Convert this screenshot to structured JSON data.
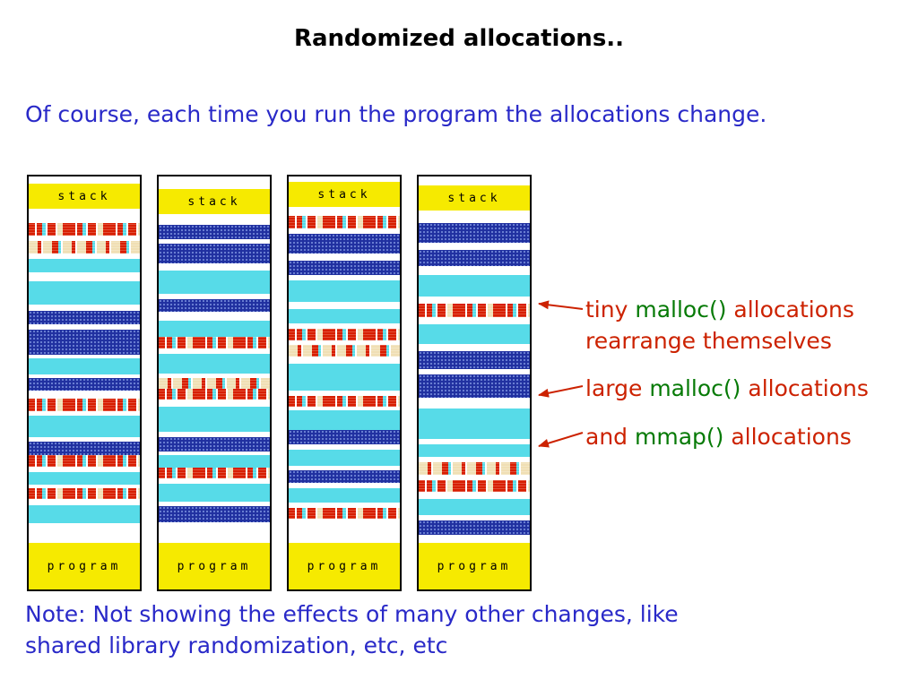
{
  "slide": {
    "title": "Randomized allocations..",
    "intro": "Of course, each time you run the program the allocations change.",
    "note_line1": "Note: Not showing the effects of many other changes, like",
    "note_line2": "shared library randomization, etc, etc"
  },
  "labels": {
    "stack": "stack",
    "program": "program"
  },
  "colors": {
    "text_blue": "#2929c8",
    "text_red": "#cc2200",
    "text_green": "#067a06",
    "band_yellow": "#f6ea00",
    "band_cyan": "#57dbe8",
    "band_navy": "#2030a0",
    "band_red": "#d81e00"
  },
  "annotations": [
    {
      "lines": [
        [
          {
            "t": "tiny ",
            "c": "red"
          },
          {
            "t": "malloc()",
            "c": "green"
          },
          {
            "t": " allocations",
            "c": "red"
          }
        ],
        [
          {
            "t": "rearrange themselves",
            "c": "red"
          }
        ]
      ]
    },
    {
      "lines": [
        [
          {
            "t": "large ",
            "c": "red"
          },
          {
            "t": "malloc()",
            "c": "green"
          },
          {
            "t": " allocations",
            "c": "red"
          }
        ]
      ]
    },
    {
      "lines": [
        [
          {
            "t": "and ",
            "c": "red"
          },
          {
            "t": "mmap()",
            "c": "green"
          },
          {
            "t": " allocations",
            "c": "red"
          }
        ]
      ]
    }
  ],
  "band_legend": {
    "tiny": "tiny malloc() allocation stripe",
    "tinyc": "tiny malloc() allocation stripe (light)",
    "navy": "large malloc() allocation",
    "cyan": "mmap() allocation",
    "gap": "unallocated",
    "stack": "stack region",
    "program": "program region"
  },
  "columns": [
    {
      "bands": [
        [
          "gap",
          8
        ],
        [
          "stack",
          28
        ],
        [
          "gap",
          16
        ],
        [
          "tiny",
          14
        ],
        [
          "gap",
          6
        ],
        [
          "tinyc",
          14
        ],
        [
          "gap",
          6
        ],
        [
          "cyan",
          15
        ],
        [
          "gap",
          10
        ],
        [
          "cyan",
          26
        ],
        [
          "gap",
          7
        ],
        [
          "navy",
          15
        ],
        [
          "gap",
          6
        ],
        [
          "navy",
          28
        ],
        [
          "gap",
          4
        ],
        [
          "cyan",
          18
        ],
        [
          "gap",
          4
        ],
        [
          "navy",
          14
        ],
        [
          "gap",
          9
        ],
        [
          "tiny",
          14
        ],
        [
          "gap",
          5
        ],
        [
          "cyan",
          24
        ],
        [
          "gap",
          5
        ],
        [
          "navy",
          15
        ],
        [
          "tiny",
          13
        ],
        [
          "gap",
          6
        ],
        [
          "cyan",
          14
        ],
        [
          "gap",
          4
        ],
        [
          "tiny",
          12
        ],
        [
          "gap",
          7
        ],
        [
          "cyan",
          20
        ],
        [
          "program",
          52
        ]
      ]
    },
    {
      "bands": [
        [
          "gap",
          14
        ],
        [
          "stack",
          28
        ],
        [
          "gap",
          12
        ],
        [
          "navy",
          16
        ],
        [
          "gap",
          5
        ],
        [
          "navy",
          22
        ],
        [
          "gap",
          8
        ],
        [
          "cyan",
          26
        ],
        [
          "gap",
          6
        ],
        [
          "navy",
          14
        ],
        [
          "gap",
          10
        ],
        [
          "cyan",
          18
        ],
        [
          "tiny",
          13
        ],
        [
          "gap",
          6
        ],
        [
          "cyan",
          22
        ],
        [
          "gap",
          5
        ],
        [
          "tinyc",
          12
        ],
        [
          "tiny",
          12
        ],
        [
          "gap",
          8
        ],
        [
          "cyan",
          28
        ],
        [
          "gap",
          6
        ],
        [
          "navy",
          16
        ],
        [
          "gap",
          4
        ],
        [
          "cyan",
          14
        ],
        [
          "tiny",
          12
        ],
        [
          "gap",
          6
        ],
        [
          "cyan",
          20
        ],
        [
          "gap",
          5
        ],
        [
          "navy",
          18
        ],
        [
          "program",
          52
        ]
      ]
    },
    {
      "bands": [
        [
          "gap",
          6
        ],
        [
          "stack",
          28
        ],
        [
          "gap",
          10
        ],
        [
          "tiny",
          14
        ],
        [
          "gap",
          6
        ],
        [
          "navy",
          22
        ],
        [
          "gap",
          8
        ],
        [
          "navy",
          16
        ],
        [
          "gap",
          6
        ],
        [
          "cyan",
          24
        ],
        [
          "gap",
          8
        ],
        [
          "cyan",
          16
        ],
        [
          "gap",
          6
        ],
        [
          "tiny",
          13
        ],
        [
          "gap",
          5
        ],
        [
          "tinyc",
          13
        ],
        [
          "gap",
          8
        ],
        [
          "cyan",
          30
        ],
        [
          "gap",
          6
        ],
        [
          "tiny",
          12
        ],
        [
          "gap",
          4
        ],
        [
          "cyan",
          22
        ],
        [
          "navy",
          16
        ],
        [
          "gap",
          6
        ],
        [
          "cyan",
          18
        ],
        [
          "gap",
          5
        ],
        [
          "navy",
          14
        ],
        [
          "gap",
          6
        ],
        [
          "cyan",
          16
        ],
        [
          "gap",
          6
        ],
        [
          "tiny",
          12
        ],
        [
          "program",
          52
        ]
      ]
    },
    {
      "bands": [
        [
          "gap",
          10
        ],
        [
          "stack",
          28
        ],
        [
          "gap",
          14
        ],
        [
          "navy",
          22
        ],
        [
          "gap",
          8
        ],
        [
          "navy",
          18
        ],
        [
          "gap",
          10
        ],
        [
          "cyan",
          24
        ],
        [
          "gap",
          8
        ],
        [
          "tiny",
          15
        ],
        [
          "gap",
          8
        ],
        [
          "cyan",
          22
        ],
        [
          "gap",
          8
        ],
        [
          "navy",
          20
        ],
        [
          "gap",
          6
        ],
        [
          "navy",
          26
        ],
        [
          "gap",
          12
        ],
        [
          "cyan",
          34
        ],
        [
          "gap",
          6
        ],
        [
          "cyan",
          14
        ],
        [
          "gap",
          6
        ],
        [
          "tinyc",
          14
        ],
        [
          "gap",
          6
        ],
        [
          "tiny",
          13
        ],
        [
          "gap",
          8
        ],
        [
          "cyan",
          18
        ],
        [
          "gap",
          6
        ],
        [
          "navy",
          16
        ],
        [
          "program",
          52
        ]
      ]
    }
  ]
}
